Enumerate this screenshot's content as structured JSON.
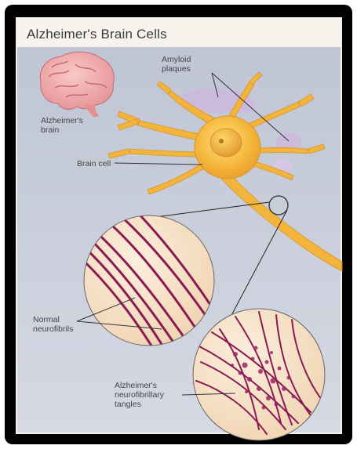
{
  "title": "Alzheimer's Brain Cells",
  "labels": {
    "amyloid": [
      "Amyloid",
      "plaques"
    ],
    "brain": [
      "Alzheimer's",
      "brain"
    ],
    "cell": "Brain cell",
    "normal": [
      "Normal",
      "neurofibrils"
    ],
    "tangles": [
      "Alzheimer's",
      "neurofibrillary",
      "tangles"
    ]
  },
  "colors": {
    "frame": "#000000",
    "background": "#c9cedb",
    "neuron": "#f2b43a",
    "plaque": "#c9b3d8",
    "circle_fill": "#f6e2c8",
    "fibril": "#8a1a52"
  }
}
